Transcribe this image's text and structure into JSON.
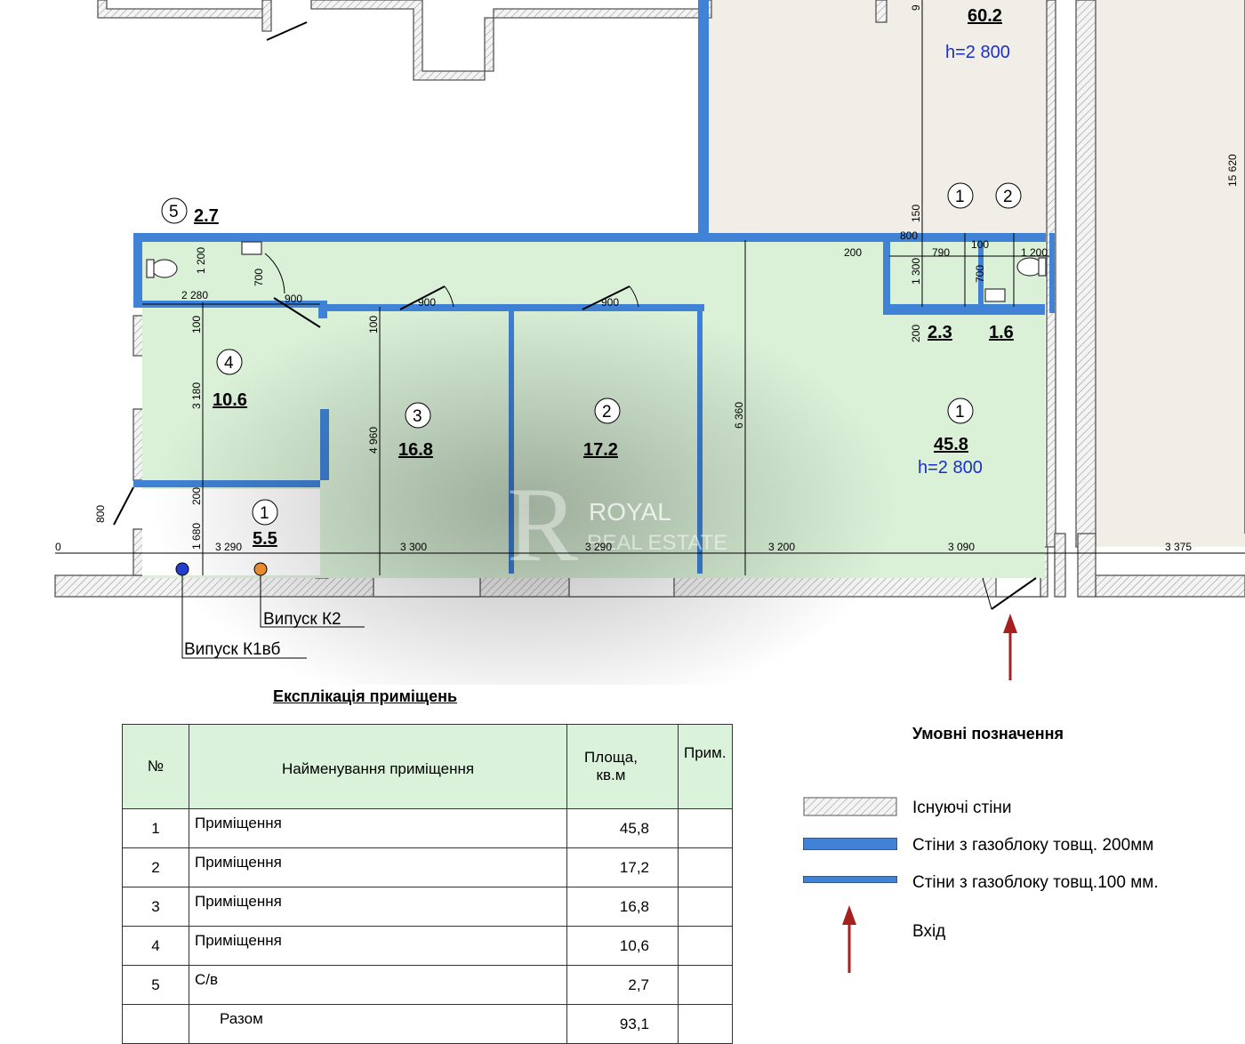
{
  "plan": {
    "rooms": [
      {
        "num": "1",
        "area": "45.8",
        "height": "h=2 800"
      },
      {
        "num": "2",
        "area": "17.2"
      },
      {
        "num": "3",
        "area": "16.8"
      },
      {
        "num": "4",
        "area": "10.6"
      },
      {
        "num": "5",
        "area": "2.7"
      },
      {
        "num": "1",
        "area": "5.5"
      },
      {
        "num": "1",
        "area": "2.3"
      },
      {
        "num": "2",
        "area": "1.6"
      }
    ],
    "neighbor": {
      "area": "60.2",
      "height": "h=2 800"
    },
    "dims": {
      "d3290a": "3 290",
      "d3300": "3 300",
      "d3290b": "3 290",
      "d3200": "3 200",
      "d3090": "3 090",
      "d3375": "3 375",
      "d0": "0",
      "d1200a": "1 200",
      "d2280": "2 280",
      "d700a": "700",
      "d900a": "900",
      "d900b": "900",
      "d900c": "900",
      "d100a": "100",
      "d100b": "100",
      "d3180": "3 180",
      "d200a": "200",
      "d1680": "1 680",
      "d800a": "800",
      "d4960": "4 960",
      "d6360": "6 360",
      "d200b": "200",
      "d800b": "800",
      "d790": "790",
      "d1300": "1 300",
      "d700b": "700",
      "d100c": "100",
      "d1200b": "1 200",
      "d200c": "200",
      "d150": "150",
      "d15620": "15 620",
      "d9": "9"
    },
    "outlets": {
      "k2": "Випуск К2",
      "k1": "Випуск К1вб"
    },
    "watermark": {
      "line1": "ROYAL",
      "line2": "REAL ESTATE"
    }
  },
  "table": {
    "title": "Експлікація приміщень",
    "headers": {
      "no": "№",
      "name": "Найменування приміщення",
      "area": "Площа, кв.м",
      "note": "Прим."
    },
    "rows": [
      {
        "no": "1",
        "name": "Приміщення",
        "area": "45,8"
      },
      {
        "no": "2",
        "name": "Приміщення",
        "area": "17,2"
      },
      {
        "no": "3",
        "name": "Приміщення",
        "area": "16,8"
      },
      {
        "no": "4",
        "name": "Приміщення",
        "area": "10,6"
      },
      {
        "no": "5",
        "name": "С/в",
        "area": "2,7"
      }
    ],
    "total": {
      "label": "Разом",
      "area": "93,1"
    }
  },
  "legend": {
    "title": "Умовні позначення",
    "items": [
      {
        "label": "Існуючі стіни"
      },
      {
        "label": "Стіни з газоблоку товщ. 200мм"
      },
      {
        "label": "Стіни з газоблоку товщ.100 мм."
      },
      {
        "label": "Вхід"
      }
    ]
  },
  "colors": {
    "room_fill": "#daf1d8",
    "wall_blue": "#3f82d6",
    "height_text": "#1a2fc9",
    "entrance_arrow": "#a81f1f",
    "neighbor_fill": "#f1eee8"
  }
}
